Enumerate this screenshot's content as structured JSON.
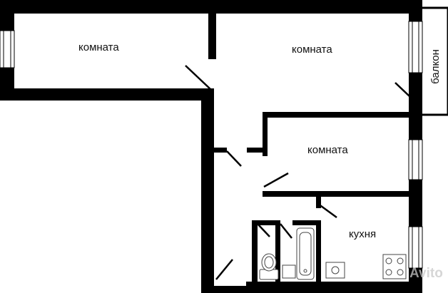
{
  "rooms": {
    "room_1": "комната",
    "room_2": "комната",
    "room_3": "комната",
    "kitchen": "кухня",
    "balcony": "балкон"
  },
  "watermark": "Avito",
  "colors": {
    "wall": "#000000",
    "background": "#ffffff",
    "fixture": "#444444"
  },
  "icons": [
    "toilet-icon",
    "sink-icon",
    "bathtub-icon",
    "stove-icon",
    "window-icon",
    "door-swing-icon"
  ]
}
